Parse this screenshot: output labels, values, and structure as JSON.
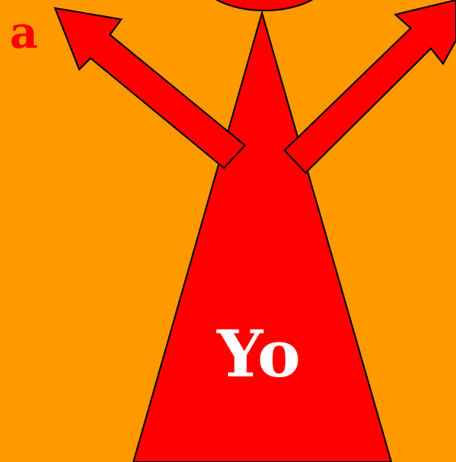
{
  "colors": {
    "background": "#FF9900",
    "figure_fill": "#FF0000",
    "outline": "#000000",
    "center_text": "#FFFFFF",
    "corner_text": "#FF0000"
  },
  "corner_label": "a",
  "center_label": "Yo",
  "shapes": {
    "head": "circle",
    "body": "triangle",
    "left_arm": "arrow",
    "right_arm": "arrow"
  }
}
